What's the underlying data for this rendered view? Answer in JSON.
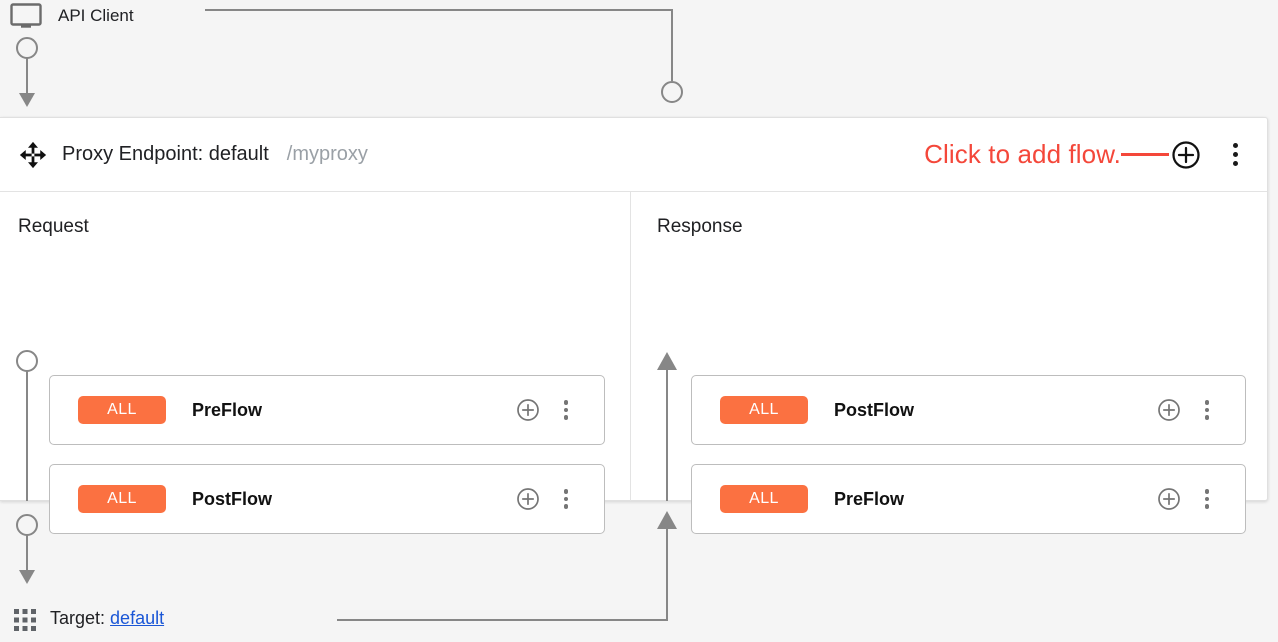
{
  "client": {
    "label": "API Client",
    "icon": "monitor-icon"
  },
  "endpoint": {
    "title": "Proxy Endpoint: default",
    "path": "/myproxy",
    "drag_icon": "move-arrows-icon",
    "add_flow_icon": "plus-circle-icon",
    "menu_icon": "kebab-menu-icon"
  },
  "annotation": {
    "text": "Click to add flow.",
    "color": "#f4473a"
  },
  "panes": [
    {
      "key": "request",
      "title": "Request",
      "direction": "down",
      "flows": [
        {
          "badge": "ALL",
          "name": "PreFlow",
          "add_icon": "plus-circle-icon",
          "menu_icon": "kebab-menu-icon"
        },
        {
          "badge": "ALL",
          "name": "PostFlow",
          "add_icon": "plus-circle-icon",
          "menu_icon": "kebab-menu-icon"
        }
      ]
    },
    {
      "key": "response",
      "title": "Response",
      "direction": "up",
      "flows": [
        {
          "badge": "ALL",
          "name": "PostFlow",
          "add_icon": "plus-circle-icon",
          "menu_icon": "kebab-menu-icon"
        },
        {
          "badge": "ALL",
          "name": "PreFlow",
          "add_icon": "plus-circle-icon",
          "menu_icon": "kebab-menu-icon"
        }
      ]
    }
  ],
  "target": {
    "prefix": "Target:",
    "name": "default",
    "icon": "apps-grid-icon"
  },
  "colors": {
    "badge_orange": "#fb7141",
    "annotation_red": "#f4473a",
    "link_blue": "#1a56d6",
    "connector_gray": "#878787",
    "panel_bg": "#f5f5f5"
  }
}
